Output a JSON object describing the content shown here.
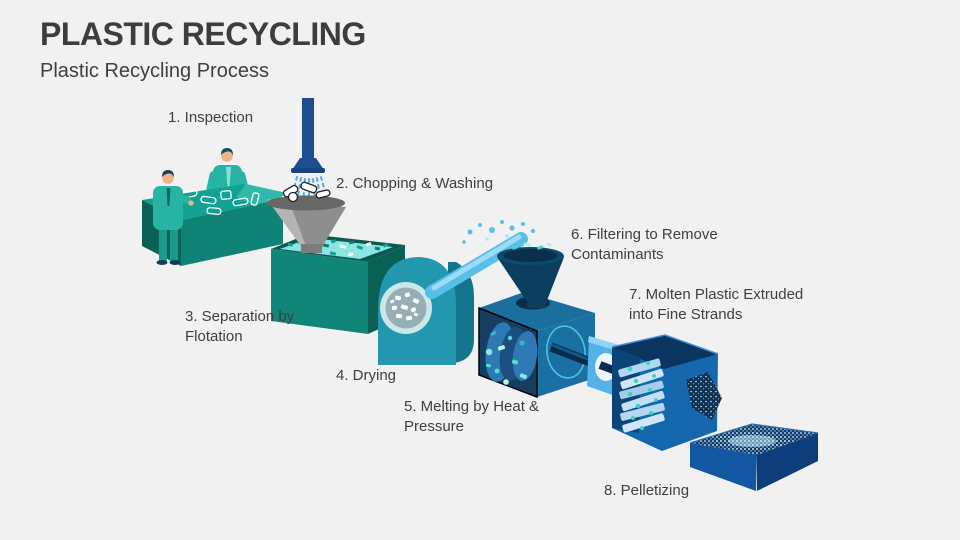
{
  "slide": {
    "title": "PLASTIC RECYCLING",
    "subtitle": "Plastic Recycling Process"
  },
  "diagram": {
    "type": "process-flow-illustration",
    "steps": [
      {
        "number": 1,
        "label": "1. Inspection"
      },
      {
        "number": 2,
        "label": "2. Chopping & Washing"
      },
      {
        "number": 3,
        "label": "3. Separation by Flotation"
      },
      {
        "number": 4,
        "label": "4. Drying"
      },
      {
        "number": 5,
        "label": "5. Melting by Heat & Pressure"
      },
      {
        "number": 6,
        "label": "6. Filtering to Remove Contaminants"
      },
      {
        "number": 7,
        "label": "7. Molten Plastic Extruded into Fine Strands"
      },
      {
        "number": 8,
        "label": "8. Pelletizing"
      }
    ]
  },
  "colors": {
    "background": "#f1f1f2",
    "text": "#3f3f3f",
    "teal": "#13a294",
    "teal_dark": "#0a6156",
    "navy_pipe": "#1d4e91",
    "dark_funnel": "#0b3e5f",
    "machine_blue": "#1a6fa3",
    "box_blue": "#1568ad",
    "tray_blue": "#123a68",
    "chute_blue": "#57c0e8",
    "water": "#8de4e4",
    "gray_funnel": "#8e8e8e"
  }
}
